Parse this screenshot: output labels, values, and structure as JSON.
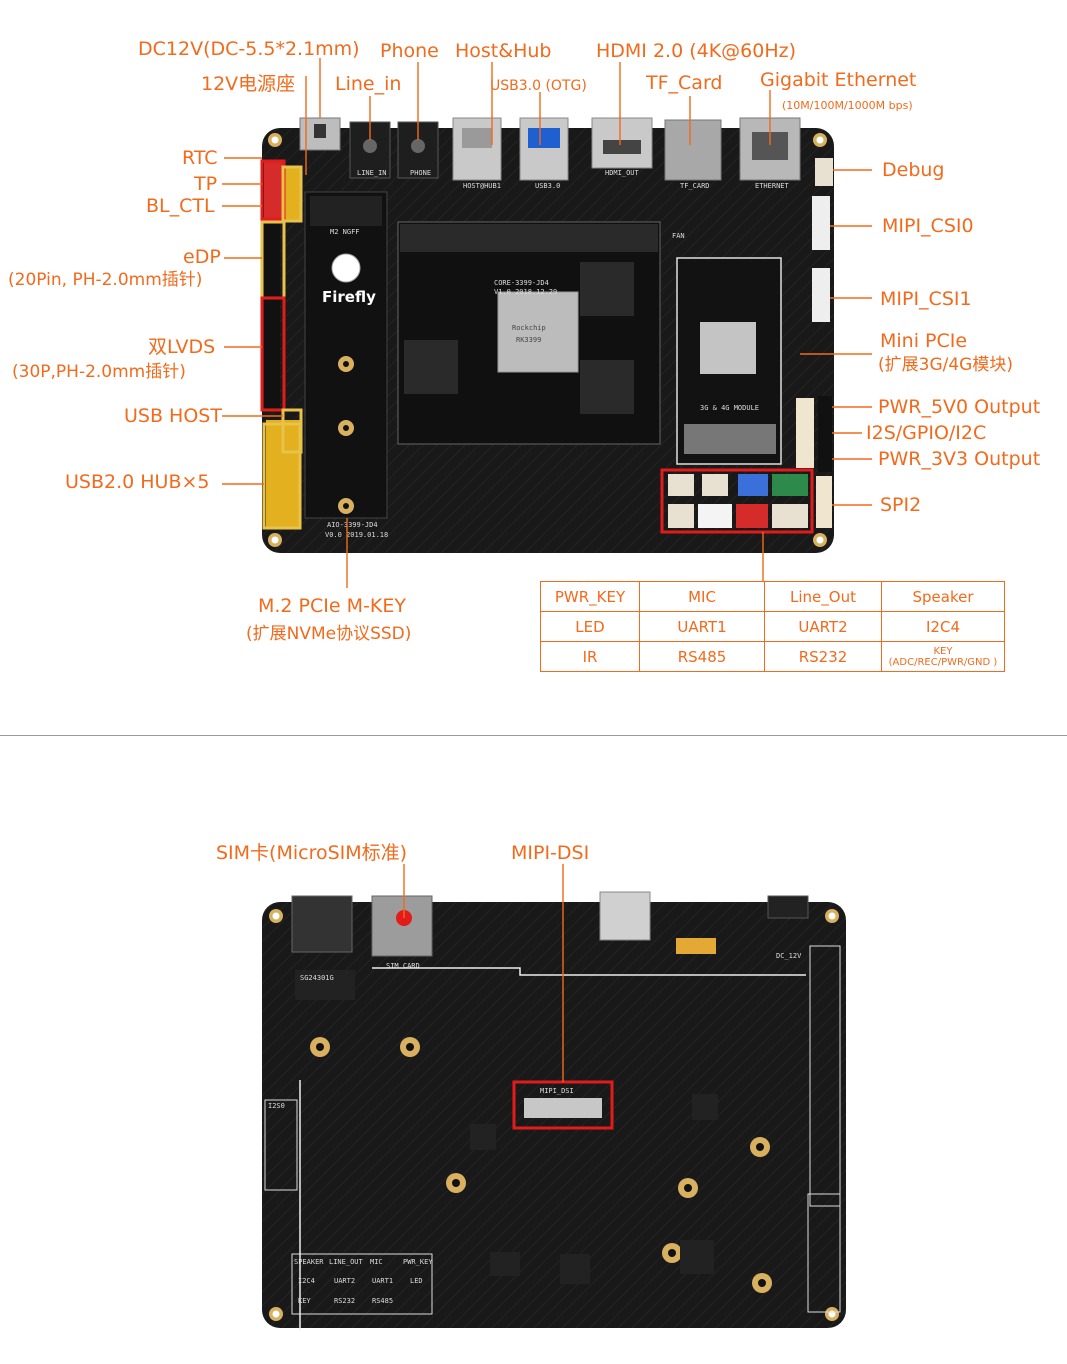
{
  "top_board": {
    "silkscreen": {
      "line_in": "LINE_IN",
      "phone": "PHONE",
      "host_hub": "HOST@HUB1",
      "usb3": "USB3.0",
      "hdmi_out": "HDMI_OUT",
      "tf_card": "TF_CARD",
      "ethernet": "ETHERNET",
      "m2_ngff": "M2 NGFF",
      "brand": "Firefly",
      "core_model": "CORE-3399-JD4",
      "core_version": "V1.0 2018.12.29",
      "board_model": "AIO-3399-JD4",
      "board_version": "V0.0 2019.01.18",
      "module_3g4g": "3G & 4G MODULE",
      "chip_brand": "Rockchip",
      "chip_id": "RK3399",
      "fan": "FAN"
    },
    "labels": {
      "dc12v": "DC12V(DC-5.5*2.1mm)",
      "power_seat": "12V电源座",
      "phone": "Phone",
      "line_in": "Line_in",
      "host_hub": "Host&Hub",
      "usb3": "USB3.0 (OTG)",
      "hdmi": "HDMI 2.0 (4K@60Hz)",
      "tf_card": "TF_Card",
      "ethernet": "Gigabit Ethernet",
      "ethernet_speed": "(10M/100M/1000M bps)",
      "rtc": "RTC",
      "tp": "TP",
      "bl_ctl": "BL_CTL",
      "edp": "eDP",
      "edp_desc": "(20Pin, PH-2.0mm插针)",
      "lvds": "双LVDS",
      "lvds_desc": "(30P,PH-2.0mm插针)",
      "usb_host": "USB HOST",
      "usb_hub": "USB2.0 HUB×5",
      "m2_pcie": "M.2 PCIe M-KEY",
      "m2_desc": "(扩展NVMe协议SSD)",
      "debug": "Debug",
      "mipi_csi0": "MIPI_CSI0",
      "mipi_csi1": "MIPI_CSI1",
      "mini_pcie": "Mini PCIe",
      "mini_pcie_desc": "(扩展3G/4G模块)",
      "pwr_5v0": "PWR_5V0 Output",
      "i2s_gpio": "I2S/GPIO/I2C",
      "pwr_3v3": "PWR_3V3 Output",
      "spi2": "SPI2"
    },
    "table": [
      [
        "PWR_KEY",
        "MIC",
        "Line_Out",
        "Speaker"
      ],
      [
        "LED",
        "UART1",
        "UART2",
        "I2C4"
      ],
      [
        "IR",
        "RS485",
        "RS232",
        "KEY"
      ]
    ],
    "table_key_sub": "(ADC/REC/PWR/GND )"
  },
  "bottom_board": {
    "labels": {
      "sim": "SIM卡(MicroSIM标准)",
      "mipi_dsi": "MIPI-DSI"
    },
    "silkscreen": {
      "mipi_dsi": "MIPI_DSI",
      "sim_card": "SIM CARD",
      "chip_mark": "SG24301G",
      "dc12v": "DC_12V",
      "i2s0": "I2S0",
      "speaker": "SPEAKER",
      "line_out": "LINE_OUT",
      "mic": "MIC",
      "pwr_key": "PWR_KEY",
      "i2c4": "I2C4",
      "uart2": "UART2",
      "uart1": "UART1",
      "led": "LED",
      "key": "KEY",
      "rs232": "RS232",
      "rs485": "RS485"
    }
  },
  "colors": {
    "accent": "#f26a1b",
    "board": "#1b1b1b",
    "header_highlight": "#e8c24a",
    "red_box": "#e21b1b"
  }
}
